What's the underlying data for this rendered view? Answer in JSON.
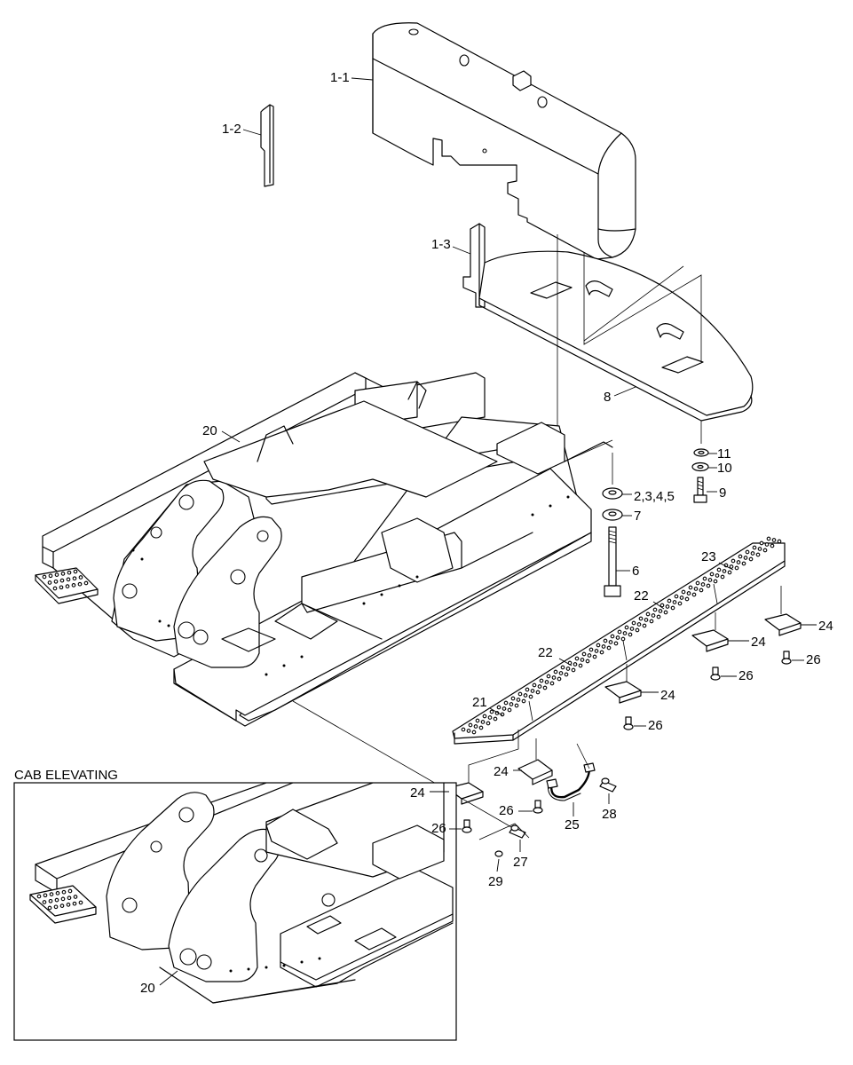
{
  "labels": {
    "counterweight": "1-1",
    "plate_left": "1-2",
    "plate_right": "1-3",
    "bracket_plate": "8",
    "upper_frame": "20",
    "upper_frame_inset": "20",
    "washer_11": "11",
    "washer_10": "10",
    "bolt_9": "9",
    "washer_set": "2,3,4,5",
    "washer_7": "7",
    "bolt_6": "6",
    "step_23": "23",
    "step_22a": "22",
    "step_22b": "22",
    "step_21": "21",
    "bracket_24a": "24",
    "bracket_24b": "24",
    "bracket_24c": "24",
    "bracket_24d": "24",
    "bracket_24e": "24",
    "bolt_26a": "26",
    "bolt_26b": "26",
    "bolt_26c": "26",
    "bolt_26d": "26",
    "bolt_26e": "26",
    "handle_25": "25",
    "bolt_28": "28",
    "bolt_27": "27",
    "nut_29": "29"
  },
  "inset": {
    "title": "CAB ELEVATING"
  }
}
